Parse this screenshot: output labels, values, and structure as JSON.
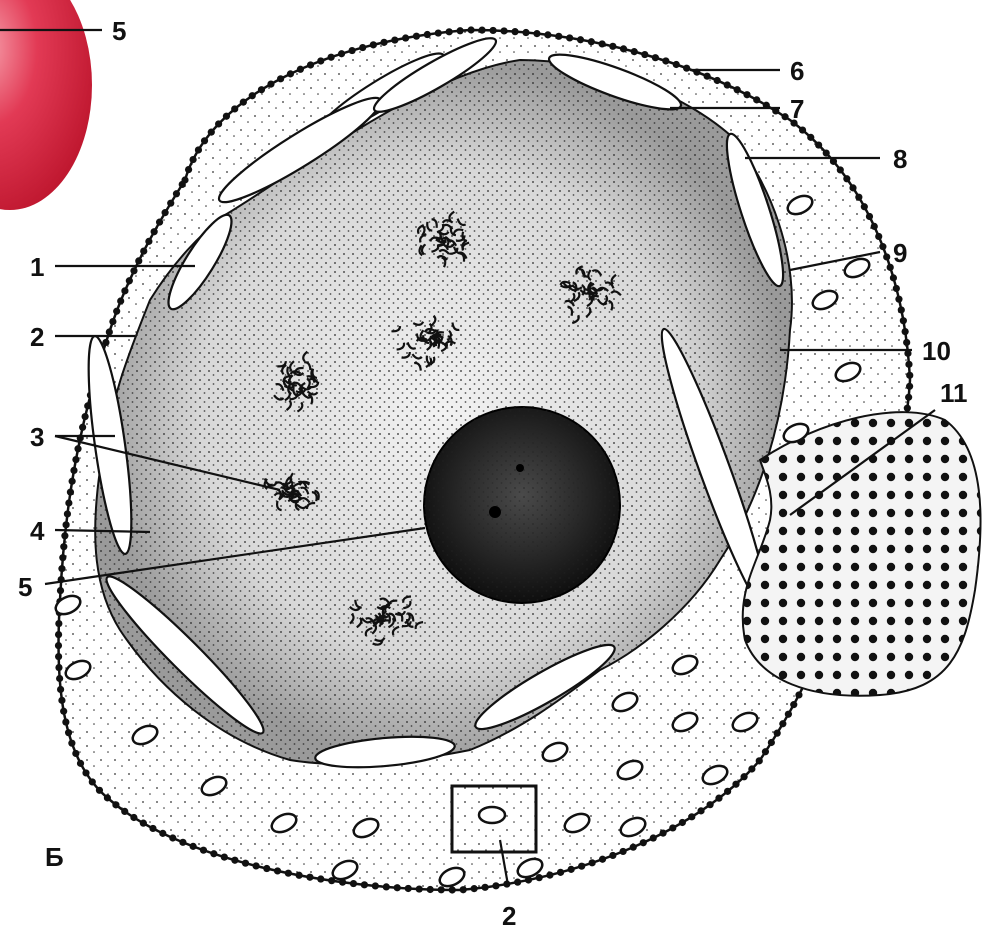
{
  "panel_label": "Б",
  "labels": {
    "l1": "1",
    "l2_left": "2",
    "l2_bottom": "2",
    "l3": "3",
    "l4": "4",
    "l5_top": "5",
    "l5_bottom": "5",
    "l6": "6",
    "l7": "7",
    "l8": "8",
    "l9": "9",
    "l10": "10",
    "l11": "11"
  },
  "colors": {
    "ink": "#111111",
    "red_sphere": "#d9243e",
    "red_highlight": "#f07a8a",
    "stipple": "#1a1a1a"
  }
}
